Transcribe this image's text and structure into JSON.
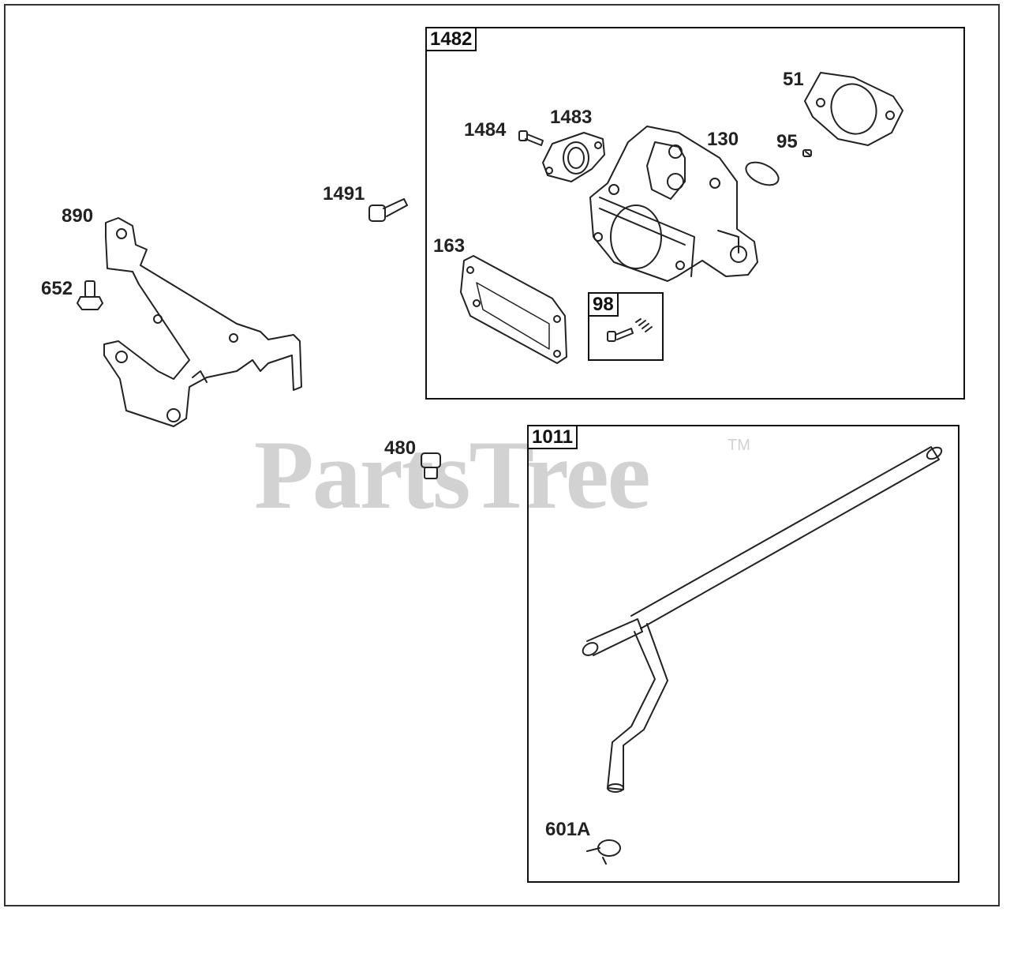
{
  "diagram": {
    "watermark": "PartsTree",
    "trademark": "TM",
    "boxes": {
      "box_1482": "1482",
      "box_98": "98",
      "box_1011": "1011"
    },
    "callouts": {
      "c51": "51",
      "c1484": "1484",
      "c1483": "1483",
      "c130": "130",
      "c95": "95",
      "c1491": "1491",
      "c890": "890",
      "c163": "163",
      "c652": "652",
      "c480": "480",
      "c601A": "601A"
    }
  }
}
